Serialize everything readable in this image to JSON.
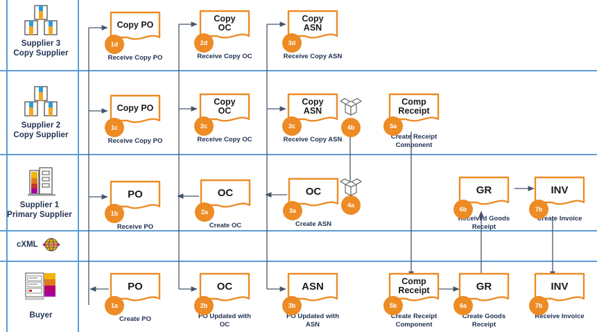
{
  "diagram": {
    "title": "Supply Chain Document Flow Swimlane Diagram",
    "colors": {
      "lane_line": "#5b9bd5",
      "document_outline": "#ED8B25",
      "badge": "#ED8B25",
      "connector": "#44546a",
      "text": "#1f3051"
    }
  },
  "lanes": [
    {
      "id": "supplier3",
      "icon": "three-boxes-icon",
      "line1": "Supplier 3",
      "line2": "Copy Supplier"
    },
    {
      "id": "supplier2",
      "icon": "three-boxes-icon",
      "line1": "Supplier 2",
      "line2": "Copy Supplier"
    },
    {
      "id": "supplier1",
      "icon": "building-icon",
      "line1": "Supplier 1",
      "line2": "Primary Supplier"
    },
    {
      "id": "cxml",
      "icon": "globe-icon",
      "line1": "cXML",
      "line2": ""
    },
    {
      "id": "buyer",
      "icon": "server-icon",
      "line1": "Buyer",
      "line2": ""
    }
  ],
  "nodes": [
    {
      "id": "n1d",
      "lane": "supplier3",
      "doc": "Copy PO",
      "badge": "1d",
      "caption": "Receive Copy  PO"
    },
    {
      "id": "n2d",
      "lane": "supplier3",
      "doc": "Copy\nOC",
      "badge": "2d",
      "caption": "Receive Copy OC"
    },
    {
      "id": "n3d",
      "lane": "supplier3",
      "doc": "Copy\nASN",
      "badge": "3d",
      "caption": "Receive Copy ASN"
    },
    {
      "id": "n1c",
      "lane": "supplier2",
      "doc": "Copy PO",
      "badge": "1c",
      "caption": "Receive Copy PO"
    },
    {
      "id": "n2c",
      "lane": "supplier2",
      "doc": "Copy\nOC",
      "badge": "2c",
      "caption": "Receive Copy  OC"
    },
    {
      "id": "n3c",
      "lane": "supplier2",
      "doc": "Copy\nASN",
      "badge": "3c",
      "caption": "Receive Copy ASN"
    },
    {
      "id": "n4b",
      "lane": "supplier2",
      "doc": "",
      "badge": "4b",
      "caption": "",
      "icon": "package-icon"
    },
    {
      "id": "n5a",
      "lane": "supplier2",
      "doc": "Comp\nReceipt",
      "badge": "5a",
      "caption": "Create Receipt\nComponent"
    },
    {
      "id": "n1b",
      "lane": "supplier1",
      "doc": "PO",
      "badge": "1b",
      "caption": "Receive PO"
    },
    {
      "id": "n2a",
      "lane": "supplier1",
      "doc": "OC",
      "badge": "2a",
      "caption": "Create OC"
    },
    {
      "id": "n3a",
      "lane": "supplier1",
      "doc": "OC",
      "badge": "3a",
      "caption": "Create ASN"
    },
    {
      "id": "n4a",
      "lane": "supplier1",
      "doc": "",
      "badge": "4a",
      "caption": "",
      "icon": "package-icon"
    },
    {
      "id": "n6b",
      "lane": "supplier1",
      "doc": "GR",
      "badge": "6b",
      "caption": "Received Goods\nReceipt"
    },
    {
      "id": "n7b_sup",
      "lane": "supplier1",
      "doc": "INV",
      "badge": "7b",
      "caption": "Create Invoice"
    },
    {
      "id": "n1a",
      "lane": "buyer",
      "doc": "PO",
      "badge": "1a",
      "caption": "Create PO"
    },
    {
      "id": "n2b",
      "lane": "buyer",
      "doc": "OC",
      "badge": "2b",
      "caption": "PO Updated with\nOC"
    },
    {
      "id": "n3b",
      "lane": "buyer",
      "doc": "ASN",
      "badge": "3b",
      "caption": "PO Updated with\nASN"
    },
    {
      "id": "n5b",
      "lane": "buyer",
      "doc": "Comp\nReceipt",
      "badge": "5b",
      "caption": "Create Receipt\nComponent"
    },
    {
      "id": "n6a",
      "lane": "buyer",
      "doc": "GR",
      "badge": "6a",
      "caption": "Create Goods\nReceipt"
    },
    {
      "id": "n7b_buy",
      "lane": "buyer",
      "doc": "INV",
      "badge": "7b",
      "caption": "Receive Invoice"
    }
  ],
  "cxml": {
    "label": "cXML"
  }
}
